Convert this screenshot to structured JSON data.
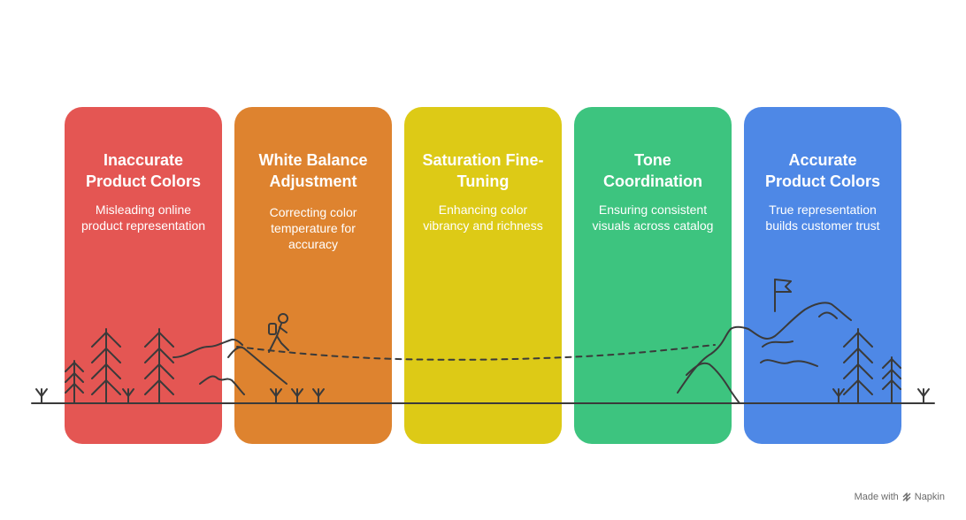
{
  "stages": [
    {
      "title_line1": "Inaccurate",
      "title_line2": "Product Colors",
      "desc_line1": "Misleading online",
      "desc_line2": "product representation",
      "desc_line3": "",
      "color": "#E45653"
    },
    {
      "title_line1": "White Balance",
      "title_line2": "Adjustment",
      "desc_line1": "Correcting color",
      "desc_line2": "temperature for",
      "desc_line3": "accuracy",
      "color": "#DE832F"
    },
    {
      "title_line1": "Saturation Fine-",
      "title_line2": "Tuning",
      "desc_line1": "Enhancing color",
      "desc_line2": "vibrancy and richness",
      "desc_line3": "",
      "color": "#DDCA16"
    },
    {
      "title_line1": "Tone",
      "title_line2": "Coordination",
      "desc_line1": "Ensuring consistent",
      "desc_line2": "visuals across catalog",
      "desc_line3": "",
      "color": "#3DC47F"
    },
    {
      "title_line1": "Accurate",
      "title_line2": "Product Colors",
      "desc_line1": "True representation",
      "desc_line2": "builds customer trust",
      "desc_line3": "",
      "color": "#4E88E6"
    }
  ],
  "line_color": "#3a3a3a",
  "credit": {
    "prefix": "Made with",
    "brand": "Napkin",
    "logo_icon": "napkin-logo-icon"
  }
}
